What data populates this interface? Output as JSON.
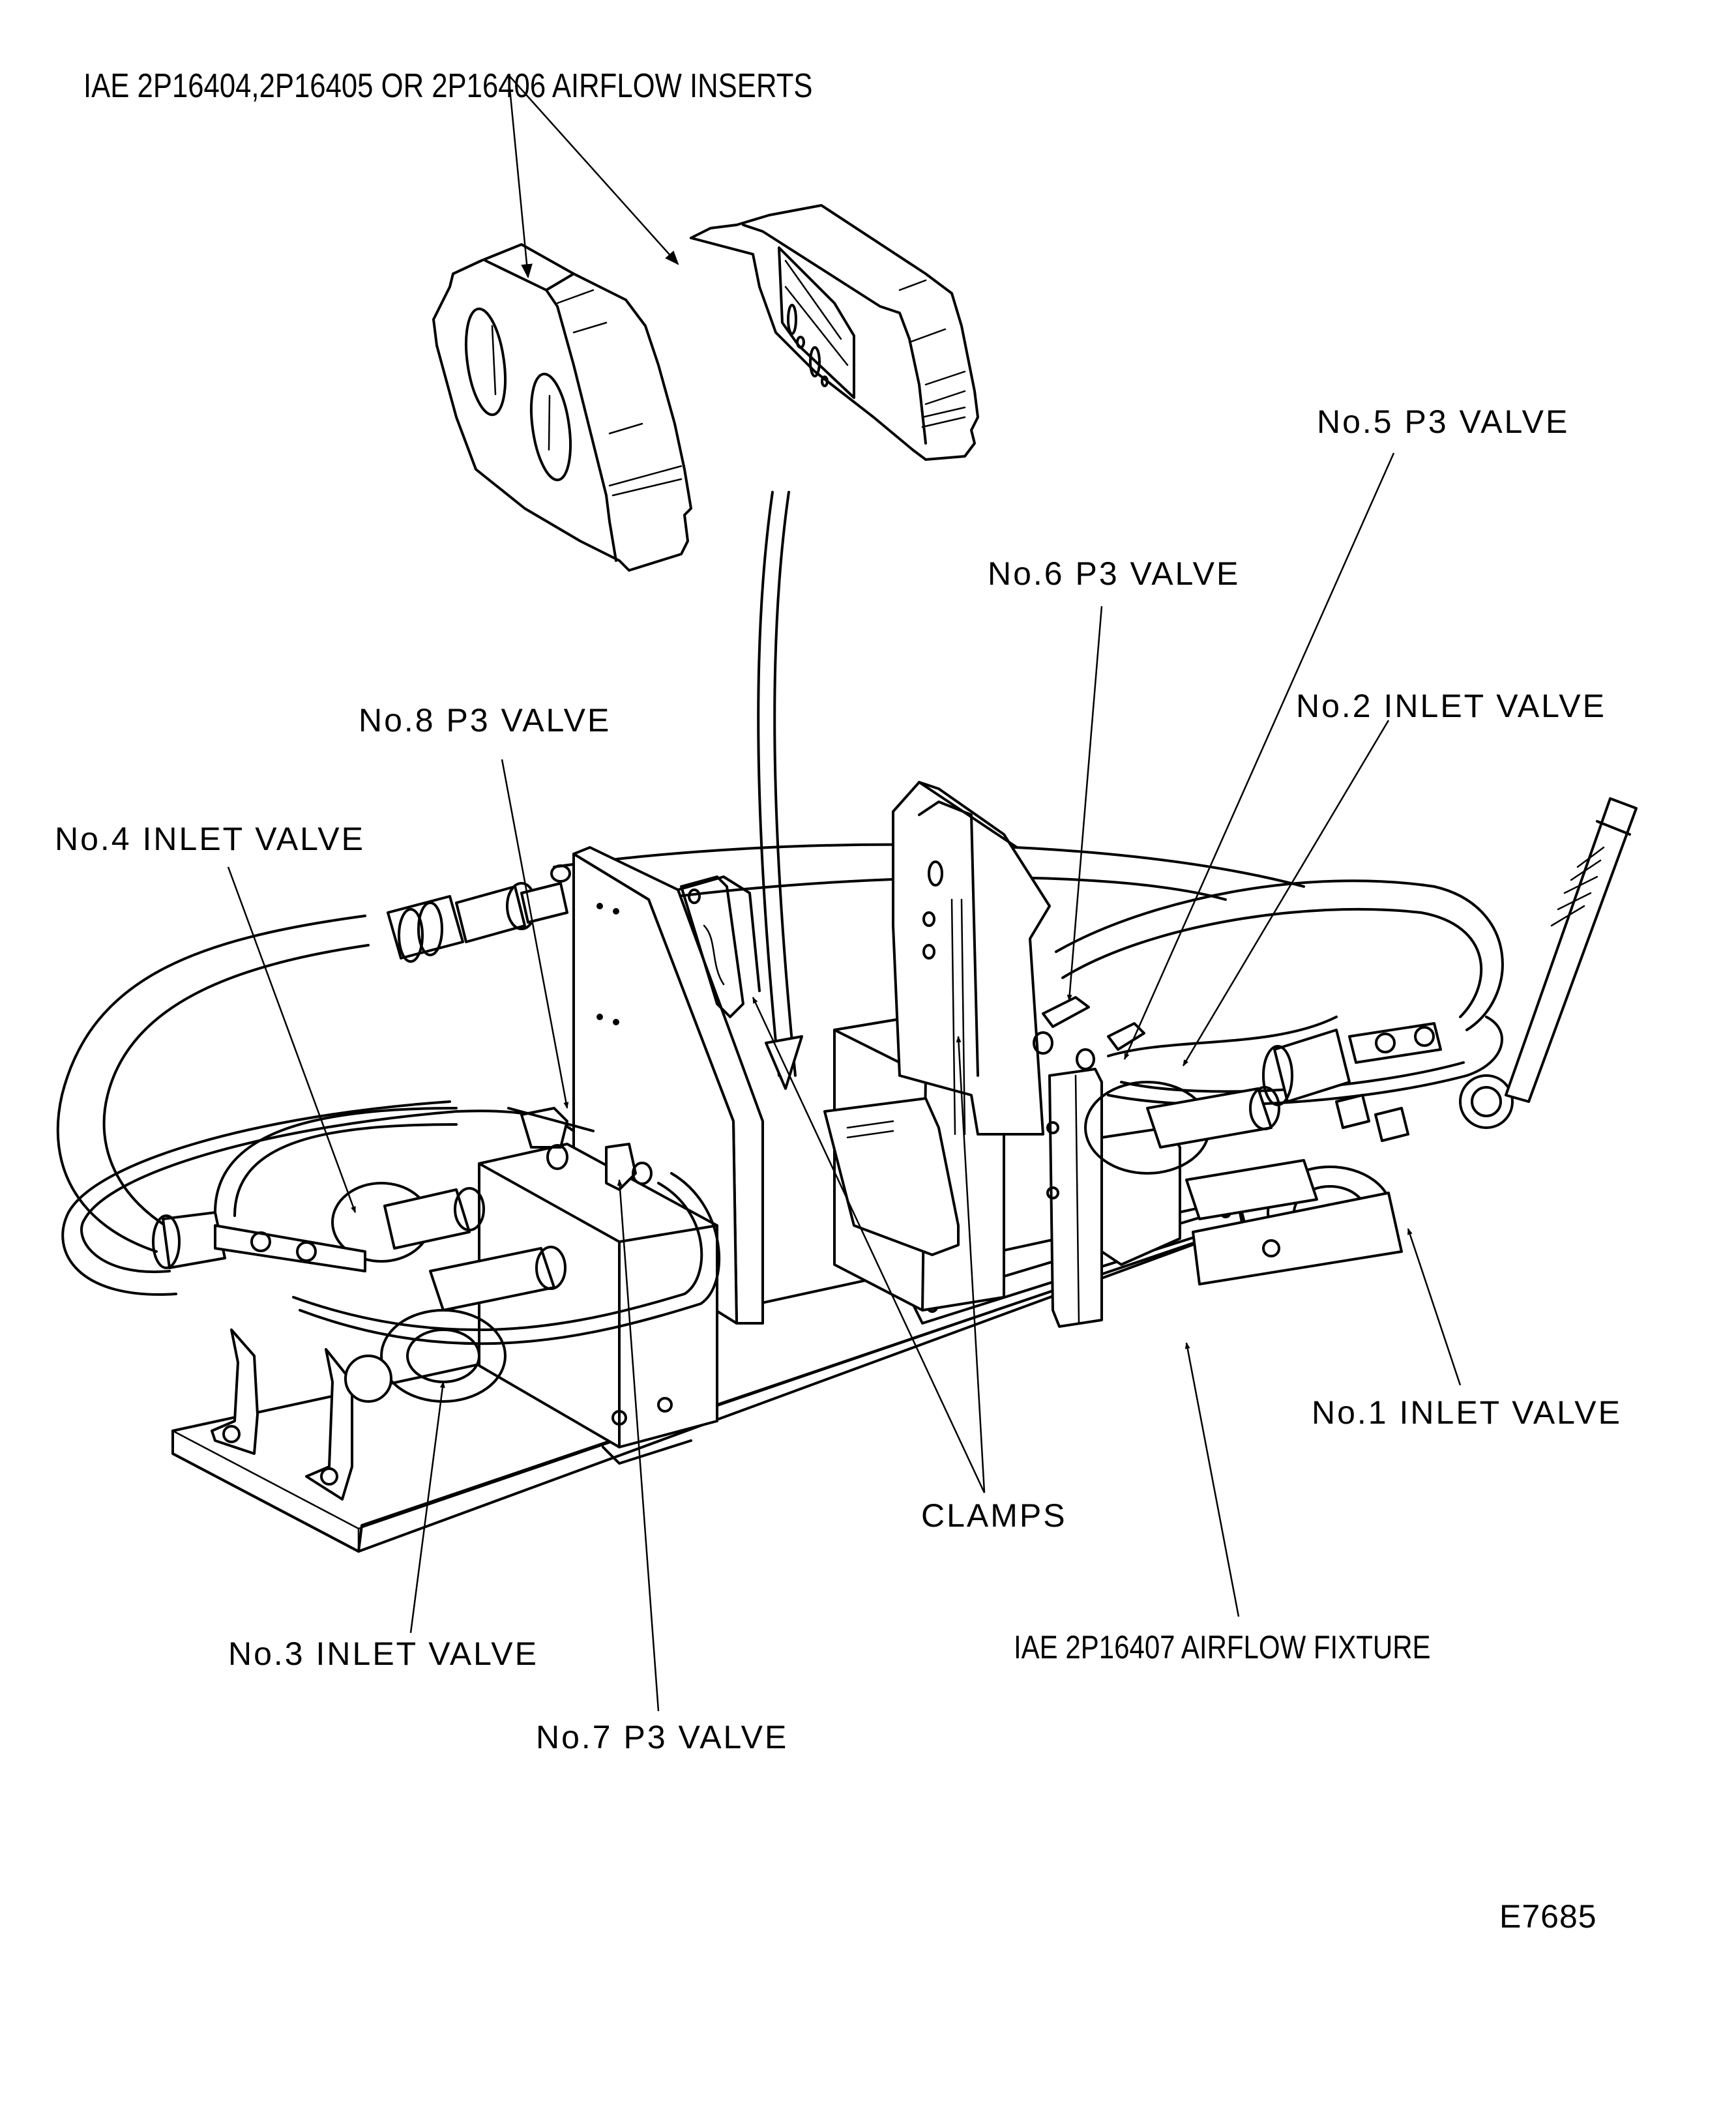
{
  "figure": {
    "id": "E7685",
    "labels": {
      "inserts": "IAE 2P16404,2P16405 OR 2P16406 AIRFLOW INSERTS",
      "no5_p3_valve": "No.5 P3 VALVE",
      "no6_p3_valve": "No.6 P3 VALVE",
      "no2_inlet_valve": "No.2 INLET VALVE",
      "no8_p3_valve": "No.8 P3 VALVE",
      "no4_inlet_valve": "No.4 INLET VALVE",
      "no1_inlet_valve": "No.1 INLET VALVE",
      "clamps": "CLAMPS",
      "fixture": "IAE 2P16407 AIRFLOW FIXTURE",
      "no3_inlet_valve": "No.3 INLET VALVE",
      "no7_p3_valve": "No.7 P3 VALVE"
    }
  }
}
